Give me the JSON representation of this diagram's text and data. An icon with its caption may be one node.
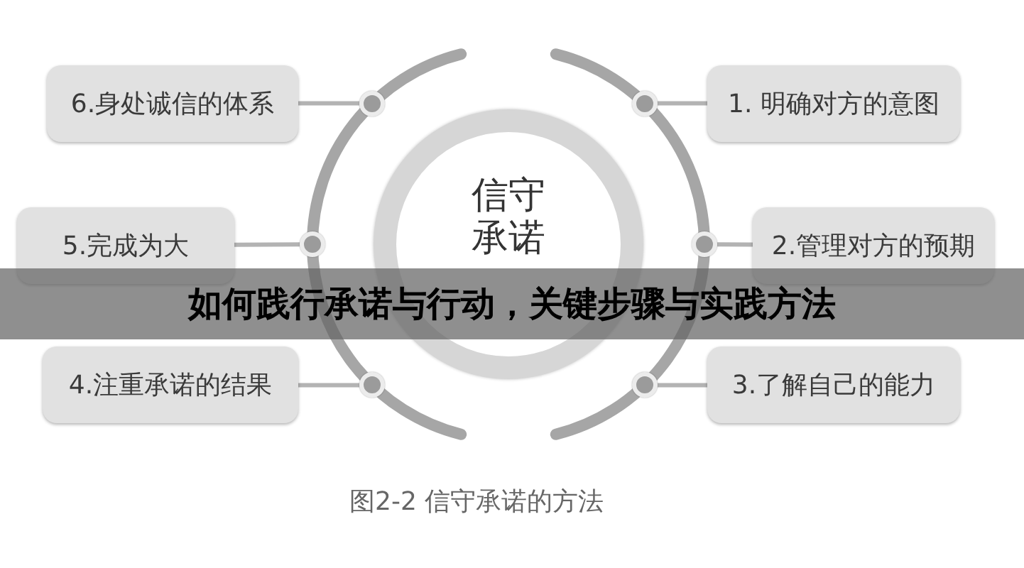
{
  "diagram": {
    "title": "如何践行承诺与行动，关键步骤与实践方法",
    "caption": "图2-2 信守承诺的方法",
    "nodes": [
      {
        "text": [
          "信守承诺"
        ]
      },
      {
        "text": [
          "1. 明确对方的意图"
        ]
      },
      {
        "text": [
          "2.管理对方的预期"
        ]
      },
      {
        "text": [
          "3.了解自己的能力"
        ]
      },
      {
        "text": [
          "4.注重承诺的结果"
        ]
      },
      {
        "text": [
          "5.完成为大"
        ]
      },
      {
        "text": [
          "6.身处诚信的体系"
        ]
      },
      {
        "text": [],
        "shape": "circle"
      },
      {
        "text": [],
        "shape": "circle"
      },
      {
        "text": [],
        "shape": "circle"
      },
      {
        "text": [],
        "shape": "circle"
      },
      {
        "text": [],
        "shape": "circle"
      },
      {
        "text": [],
        "shape": "circle"
      }
    ],
    "edges": [
      {
        "from": 1,
        "to": 10,
        "arrow": "none"
      },
      {
        "from": 2,
        "to": 12,
        "arrow": "none"
      },
      {
        "from": 3,
        "to": 11,
        "arrow": "none"
      },
      {
        "from": 4,
        "to": 9,
        "arrow": "none"
      },
      {
        "from": 5,
        "to": 7,
        "arrow": "none"
      },
      {
        "from": 6,
        "to": 8,
        "arrow": "none"
      }
    ]
  }
}
